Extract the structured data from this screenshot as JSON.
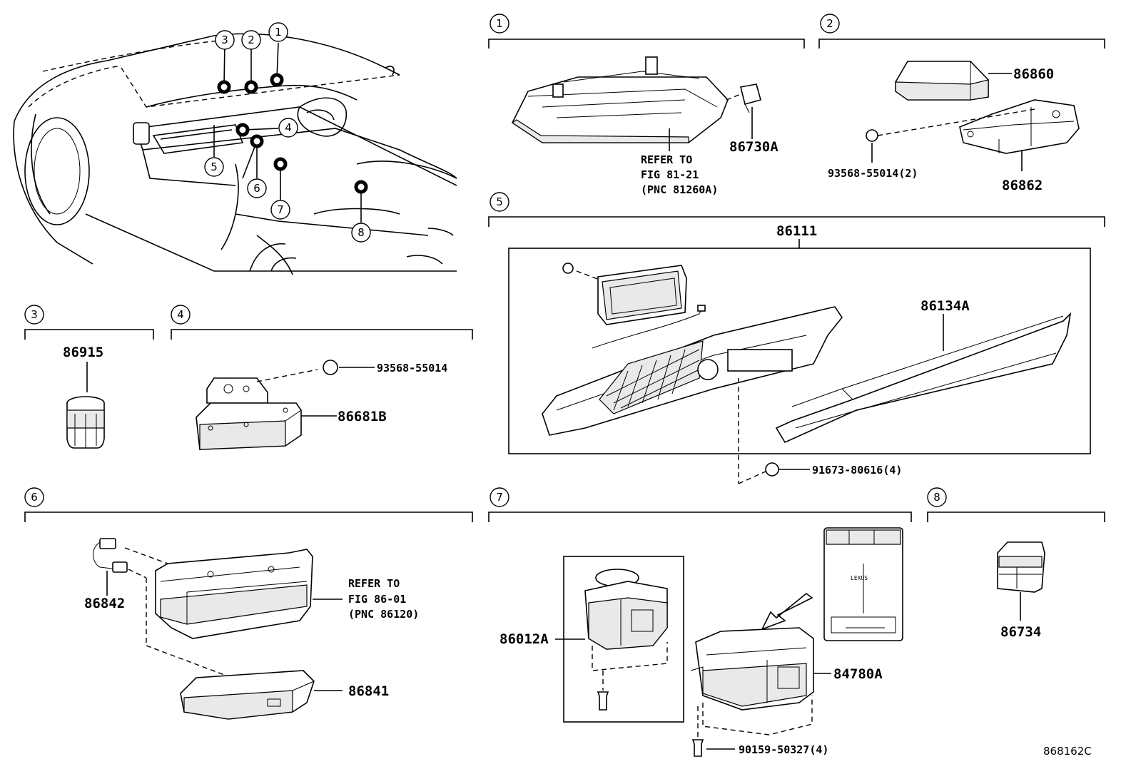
{
  "diagram_id": "868162C",
  "callouts": [
    "1",
    "2",
    "3",
    "4",
    "5",
    "6",
    "7",
    "8"
  ],
  "sections": {
    "s1": {
      "num": "1",
      "refer": [
        "REFER TO",
        "FIG 81-21",
        "(PNC 81260A)"
      ],
      "parts": [
        "86730A"
      ]
    },
    "s2": {
      "num": "2",
      "parts": [
        "86860",
        "86862",
        "93568-55014(2)"
      ]
    },
    "s3": {
      "num": "3",
      "parts": [
        "86915"
      ]
    },
    "s4": {
      "num": "4",
      "parts": [
        "93568-55014",
        "86681B"
      ]
    },
    "s5": {
      "num": "5",
      "parts": [
        "86111",
        "86134A",
        "91673-80616(4)"
      ]
    },
    "s6": {
      "num": "6",
      "refer": [
        "REFER TO",
        "FIG 86-01",
        "(PNC 86120)"
      ],
      "parts": [
        "86842",
        "86841"
      ]
    },
    "s7": {
      "num": "7",
      "parts": [
        "86012A",
        "84780A",
        "90159-50327(4)"
      ]
    },
    "s8": {
      "num": "8",
      "parts": [
        "86734"
      ]
    }
  }
}
